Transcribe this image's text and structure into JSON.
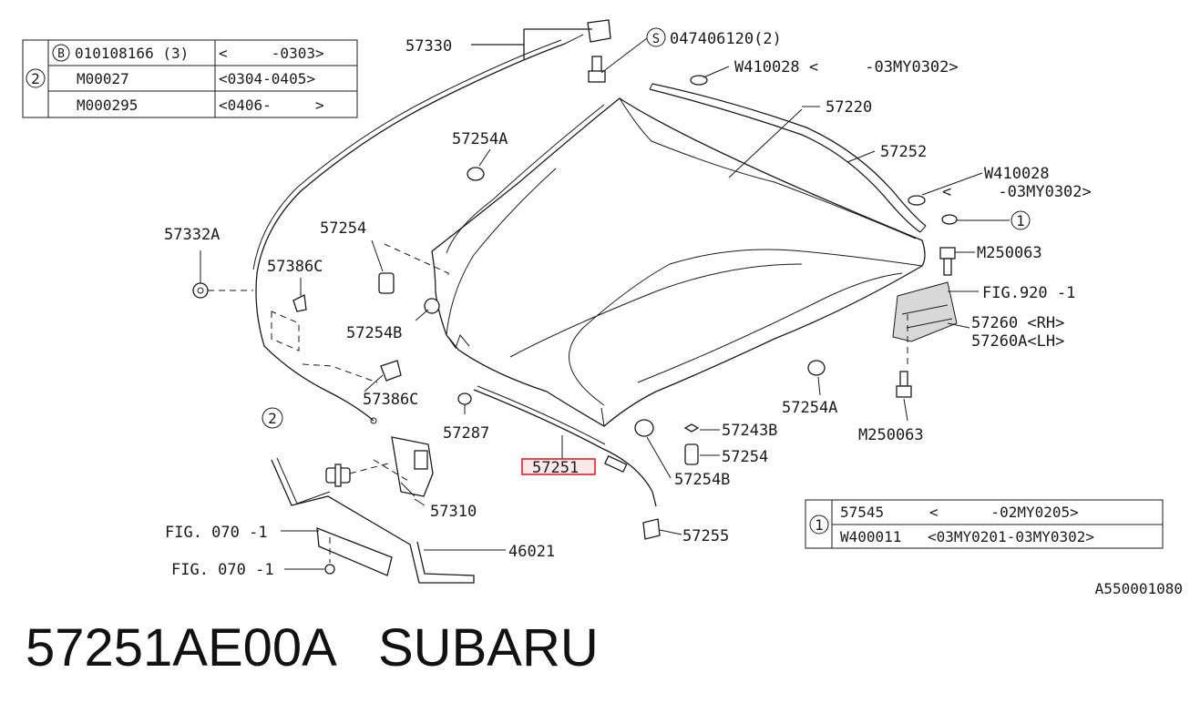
{
  "legend_table_2": {
    "marker": "2",
    "rows": [
      {
        "part": "010108166 (3)",
        "prefix": "B",
        "range": "<     -0303>"
      },
      {
        "part": "M00027",
        "prefix": "",
        "range": "<0304-0405>"
      },
      {
        "part": "M000295",
        "prefix": "",
        "range": "<0406-     >"
      }
    ]
  },
  "legend_table_1": {
    "marker": "1",
    "rows": [
      {
        "part": "57545",
        "range": "<      -02MY0205>"
      },
      {
        "part": "W400011",
        "range": "<03MY0201-03MY0302>"
      }
    ]
  },
  "callouts": {
    "c57330": "57330",
    "c047406120": "047406120(2)",
    "c047406120_prefix": "S",
    "w410028_top": "W410028 <     -03MY0302>",
    "c57220": "57220",
    "c57252": "57252",
    "w410028_right": "W410028",
    "w410028_right_range": "<     -03MY0302>",
    "marker_1": "1",
    "m250063_top": "M250063",
    "fig920": "FIG.920 -1",
    "c57260": "57260 <RH>",
    "c57260a": "57260A<LH>",
    "c57254a_top": "57254A",
    "c57332a": "57332A",
    "c57254_left": "57254",
    "c57386c_top": "57386C",
    "c57254b_left": "57254B",
    "c57386c_bottom": "57386C",
    "marker_2": "2",
    "c57287": "57287",
    "c57251": "57251",
    "c57310": "57310",
    "fig070_a": "FIG. 070 -1",
    "fig070_b": "FIG. 070 -1",
    "c46021": "46021",
    "c57243b": "57243B",
    "c57254_right": "57254",
    "c57254b_right": "57254B",
    "c57254a_right": "57254A",
    "m250063_bottom": "M250063",
    "c57255": "57255",
    "diagram_code": "A550001080"
  },
  "highlight_color": "#e0202a",
  "footer": {
    "part_number": "57251AE00A",
    "brand": "SUBARU"
  }
}
